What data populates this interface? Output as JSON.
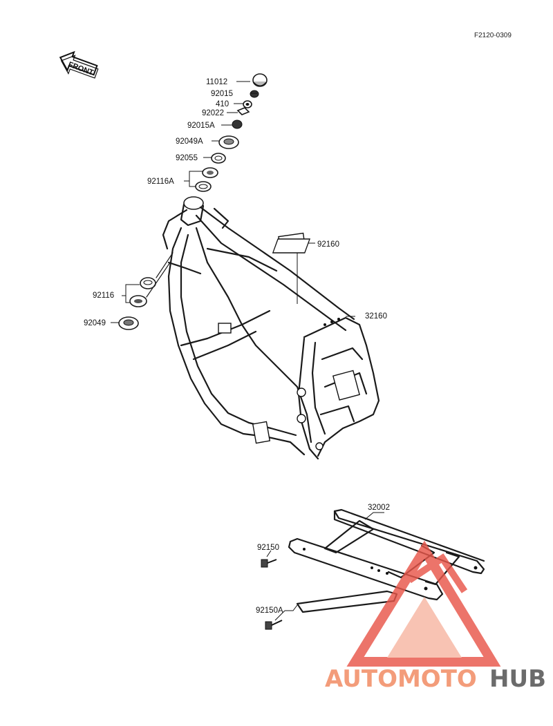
{
  "diagram_code": "F2120-0309",
  "front_label": "FRONT",
  "labels": {
    "p11012": "11012",
    "p92015": "92015",
    "p410": "410",
    "p92022": "92022",
    "p92015A": "92015A",
    "p92049A": "92049A",
    "p92055": "92055",
    "p92116A": "92116A",
    "p92160": "92160",
    "p92116": "92116",
    "p92049": "92049",
    "p32160": "32160",
    "p32002": "32002",
    "p92150": "92150",
    "p92150A": "92150A"
  },
  "watermark": {
    "part1": "AUTOMOTO",
    "part2": "HUB",
    "color_main": "#f39c7a",
    "color_dark": "#6b6b6b",
    "triangle_color": "#e8564a"
  }
}
